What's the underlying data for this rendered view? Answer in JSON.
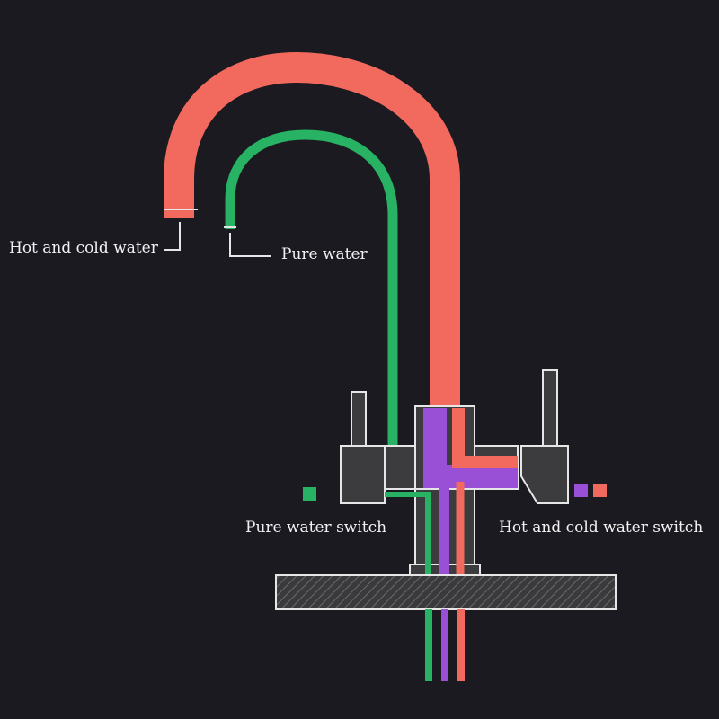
{
  "labels": {
    "hot_and_cold_water": "Hot and cold water",
    "pure_water": "Pure water",
    "pure_water_switch": "Pure water switch",
    "hot_and_cold_water_switch": "Hot and cold water switch"
  },
  "colors": {
    "background": "#1b1a21",
    "hot_cold": "#f26a5e",
    "pure": "#27b363",
    "mixed": "#9a50d6",
    "body": "#3c3c3e",
    "outline": "#e6e6e6"
  }
}
